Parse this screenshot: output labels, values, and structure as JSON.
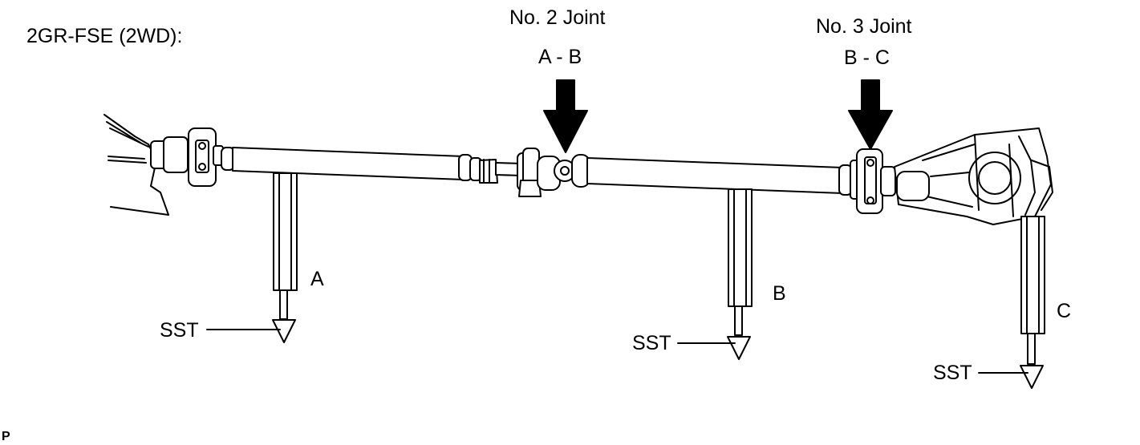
{
  "engine_label": "2GR-FSE (2WD):",
  "joints": [
    {
      "name": "No. 2 Joint",
      "pair": "A - B"
    },
    {
      "name": "No. 3 Joint",
      "pair": "B - C"
    }
  ],
  "measure_points": [
    {
      "letter": "A",
      "tool": "SST"
    },
    {
      "letter": "B",
      "tool": "SST"
    },
    {
      "letter": "C",
      "tool": "SST"
    }
  ],
  "figure_code": "P"
}
